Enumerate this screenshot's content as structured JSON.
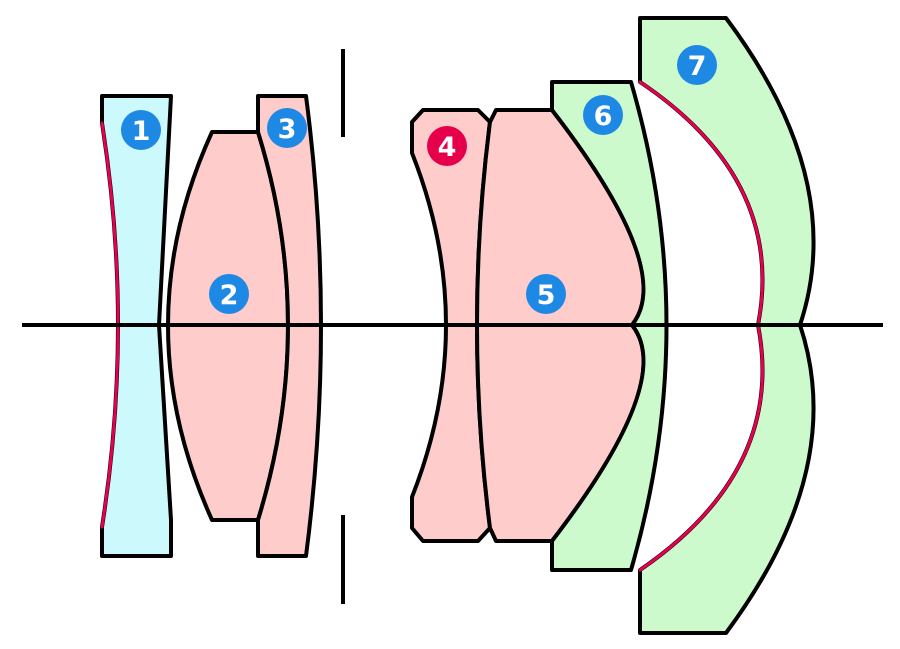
{
  "diagram": {
    "colors": {
      "background": "#ffffff",
      "outline": "#000000",
      "axis": "#000000",
      "stop": "#000000",
      "aspheric_surface": "#e8004e",
      "marker_blue": "#1e88e5",
      "marker_red": "#e6004c"
    },
    "elements": [
      {
        "label": "1",
        "fill": "#ccf9fb",
        "marker_color": "#1e88e5"
      },
      {
        "label": "2",
        "fill": "#ffcccc",
        "marker_color": "#1e88e5"
      },
      {
        "label": "3",
        "fill": "#ffcccc",
        "marker_color": "#1e88e5"
      },
      {
        "label": "4",
        "fill": "#ffcccc",
        "marker_color": "#e6004c"
      },
      {
        "label": "5",
        "fill": "#ffcccc",
        "marker_color": "#1e88e5"
      },
      {
        "label": "6",
        "fill": "#ccfacc",
        "marker_color": "#1e88e5"
      },
      {
        "label": "7",
        "fill": "#ccfacc",
        "marker_color": "#1e88e5"
      }
    ]
  }
}
